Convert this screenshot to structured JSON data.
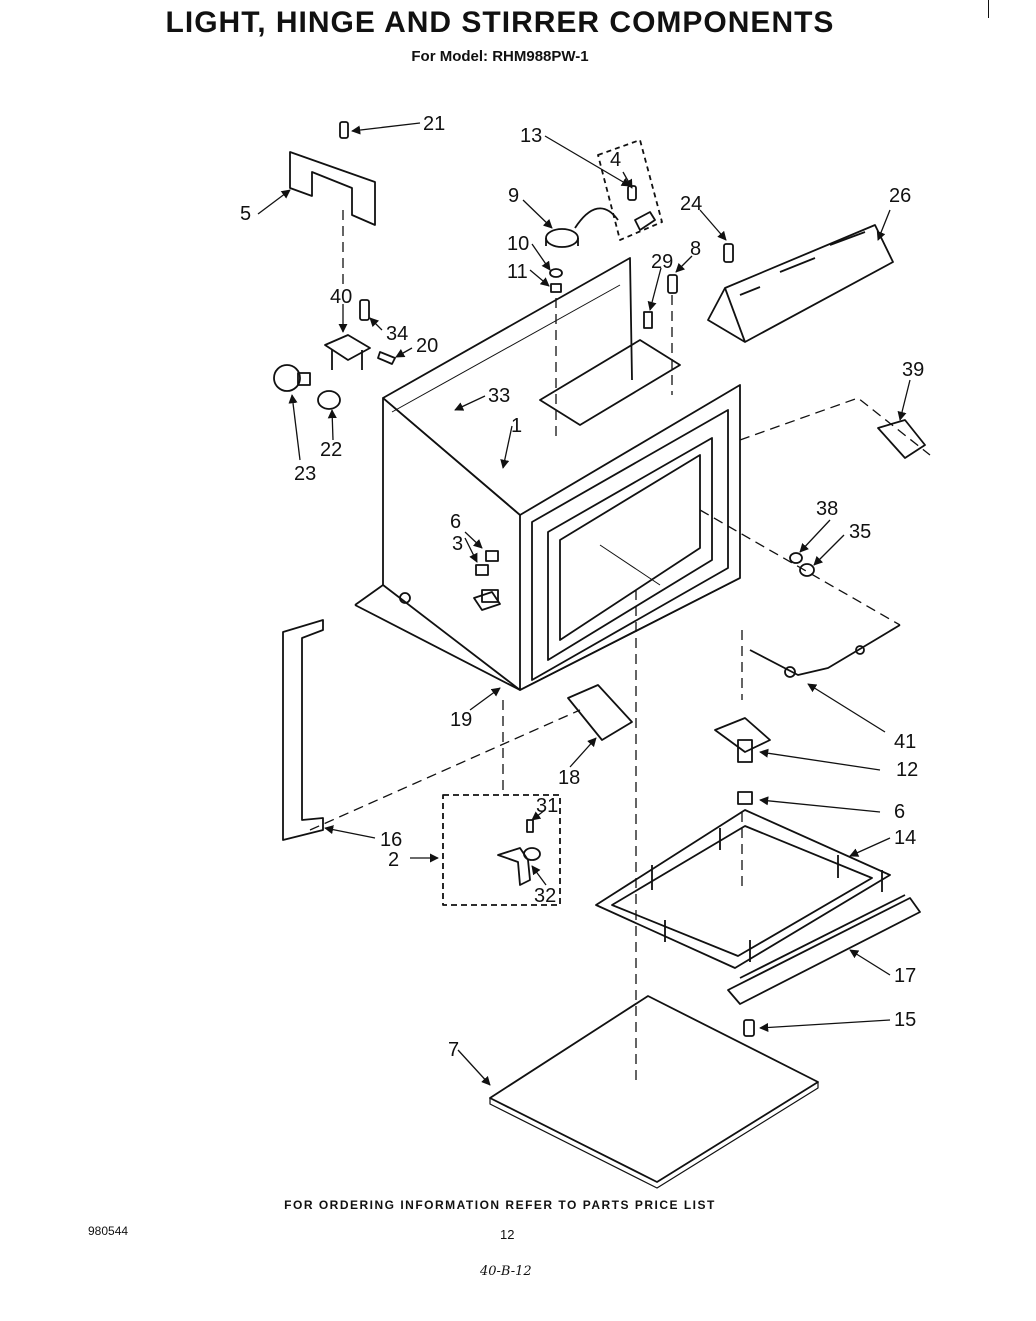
{
  "header": {
    "title": "LIGHT, HINGE AND STIRRER COMPONENTS",
    "subtitle": "For Model: RHM988PW-1"
  },
  "footer": {
    "ordering_note": "FOR ORDERING INFORMATION REFER TO PARTS PRICE LIST",
    "doc_number": "980544",
    "page_number": "12",
    "handwritten_note": "40-B-12"
  },
  "callouts": {
    "c21": "21",
    "c5": "5",
    "c13": "13",
    "c4": "4",
    "c9": "9",
    "c24": "24",
    "c26": "26",
    "c10": "10",
    "c11": "11",
    "c29": "29",
    "c8": "8",
    "c40": "40",
    "c34": "34",
    "c20": "20",
    "c33": "33",
    "c39": "39",
    "c22": "22",
    "c23": "23",
    "c1": "1",
    "c6a": "6",
    "c3": "3",
    "c38": "38",
    "c35": "35",
    "c19": "19",
    "c18": "18",
    "c41": "41",
    "c12": "12",
    "c31": "31",
    "c6b": "6",
    "c16": "16",
    "c2": "2",
    "c14": "14",
    "c32": "32",
    "c17": "17",
    "c15": "15",
    "c7": "7"
  }
}
